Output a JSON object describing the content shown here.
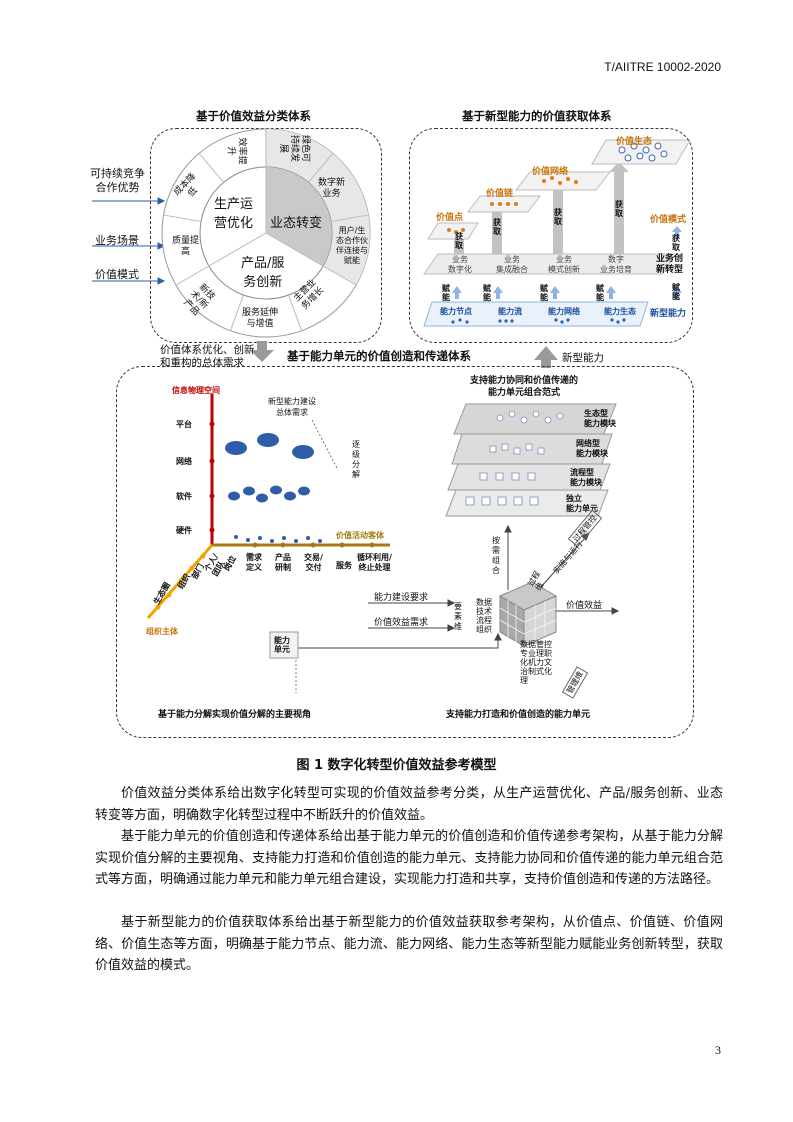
{
  "header": {
    "doc_id": "T/AIITRE 10002-2020",
    "page_number": "3"
  },
  "figure": {
    "caption": "图 1   数字化转型价值效益参考模型",
    "section_a": {
      "title": "基于价值效益分类体系",
      "left_inputs": [
        "可持续竞争\n合作优势",
        "业务场景",
        "价值模式"
      ],
      "core": [
        "生产运\n营优化",
        "业态转变",
        "产品/服\n务创新"
      ],
      "ring": [
        "绿色可\n持续发\n展",
        "数字新\n业务",
        "用户/生\n态合作伙\n伴连接与\n赋能",
        "主营业\n务增长",
        "服务延伸\n与增值",
        "新技\n术/新\n产品",
        "质量提\n高",
        "成本降\n低",
        "效率提\n升"
      ],
      "bottom_note": "价值体系优化、创新\n和重构的总体需求"
    },
    "section_b": {
      "title": "基于新型能力的价值获取体系",
      "levels": [
        "价值点",
        "价值链",
        "价值网络",
        "价值生态"
      ],
      "get_label": "获\n取",
      "business": [
        "业务\n数字化",
        "业务\n集成融合",
        "业务\n模式创新",
        "数字\n业务培育"
      ],
      "empower_label": "赋\n能",
      "capability": [
        "能力节点",
        "能力流",
        "能力网络",
        "能力生态"
      ],
      "right_labels": [
        "价值模式",
        "获\n取",
        "业务创\n新转型",
        "赋\n能",
        "新型能力"
      ],
      "bottom_note": "新型能力"
    },
    "section_c": {
      "title": "基于能力单元的价值创造和传递体系",
      "left_block": {
        "axis_space": "信息物理空间",
        "layers": [
          "平台",
          "网络",
          "软件",
          "硬件"
        ],
        "demand": "新型能力建设\n总体需求",
        "decompose": "逐\n级\n分\n解",
        "activity_axis": "价值活动客体",
        "activities": [
          "需求\n定义",
          "产品\n研制",
          "交易/\n交付",
          "服务",
          "循环利用/\n终止处理"
        ],
        "org_axis": "组织主体",
        "orgs": [
          "生态圈",
          "组织",
          "部门",
          "个人/\n团队",
          "岗位"
        ],
        "caption": "基于能力分解实现价值分解的主要视角"
      },
      "right_block": {
        "stack_title": "支持能力协同和价值传递的\n能力单元组合范式",
        "modules": [
          "生态型\n能力模块",
          "网络型\n能力模块",
          "流程型\n能力模块",
          "独立\n能力单元"
        ],
        "on_demand": "按\n需\n组\n合",
        "run": "实施与运行",
        "opt": "过程管控",
        "req1": "能力建设要求",
        "req2": "价值效益需求",
        "elements": "要\n素\n维",
        "dims": "数据\n技术\n流程\n组织",
        "cube_right": "价值效益",
        "cube_top": "过程\n维",
        "cube_bottom": "数据管控\n专业理职\n化机力文\n治制式化\n理",
        "cube_bottom2": "管理维",
        "unit": "能力\n单元",
        "caption": "支持能力打造和价值创造的能力单元"
      }
    }
  },
  "paragraphs": [
    "价值效益分类体系给出数字化转型可实现的价值效益参考分类，从生产运营优化、产品/服务创新、业态转变等方面，明确数字化转型过程中不断跃升的价值效益。",
    "基于能力单元的价值创造和传递体系给出基于能力单元的价值创造和价值传递参考架构，从基于能力分解实现价值分解的主要视角、支持能力打造和价值创造的能力单元、支持能力协同和价值传递的能力单元组合范式等方面，明确通过能力单元和能力单元组合建设，实现能力打造和共享，支持价值创造和传递的方法路径。",
    "基于新型能力的价值获取体系给出基于新型能力的价值效益获取参考架构，从价值点、价值链、价值网络、价值生态等方面，明确基于能力节点、能力流、能力网络、能力生态等新型能力赋能业务创新转型，获取价值效益的模式。"
  ]
}
